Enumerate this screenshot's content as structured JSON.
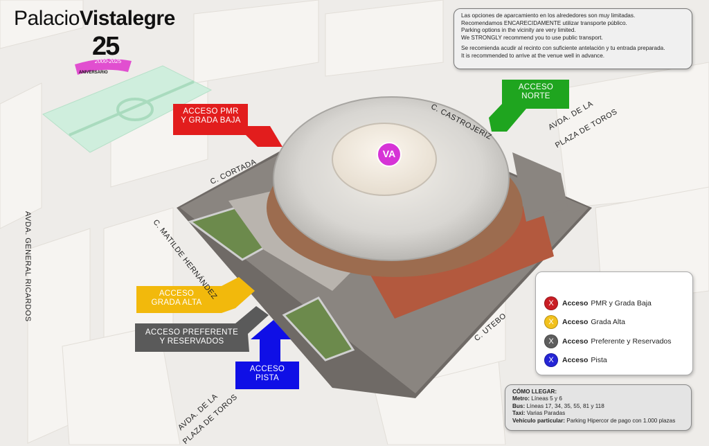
{
  "logo": {
    "prefix": "Palacio",
    "name": "Vistalegre",
    "anniversary_number": "25",
    "anniversary_years": "2000-2025",
    "anniversary_label": "ANIVERSARIO"
  },
  "notice": {
    "line1": "Las opciones de aparcamiento en los alrededores son muy limitadas.",
    "line2": "Recomendamos ENCARECIDAMENTE utilizar transporte público.",
    "line3": "Parking options in the vicinity are very limited.",
    "line4": "We STRONGLY recommend you to use public transport.",
    "line5": "Se recomienda acudir al recinto con suficiente antelación y tu entrada preparada.",
    "line6": "It is recommended to arrive at the venue well in advance."
  },
  "streets": {
    "castrojeriz": "C. CASTROJERIZ",
    "plaza_toros_ne_1": "AVDA. DE LA",
    "plaza_toros_ne_2": "PLAZA DE TOROS",
    "cortada": "C. CORTADA",
    "matilde": "C. MATILDE HERNÁNDEZ",
    "general_ricardos": "AVDA. GENERAL RICARDOS",
    "utebo": "C. UTEBO",
    "plaza_toros_sw_1": "AVDA. DE LA",
    "plaza_toros_sw_2": "PLAZA DE TOROS"
  },
  "arena_badge": "VA",
  "accesses": {
    "norte_1": "ACCESO",
    "norte_2": "NORTE",
    "pmr_1": "ACCESO PMR",
    "pmr_2": "Y GRADA BAJA",
    "alta_1": "ACCESO",
    "alta_2": "GRADA ALTA",
    "pref_1": "ACCESO PREFERENTE",
    "pref_2": "Y RESERVADOS",
    "pista_1": "ACCESO",
    "pista_2": "PISTA"
  },
  "legend": [
    {
      "mark": "X",
      "bold": "Acceso",
      "text": "PMR y Grada Baja",
      "color": "#c91d24"
    },
    {
      "mark": "X",
      "bold": "Acceso",
      "text": "Grada Alta",
      "color": "#f2c11c"
    },
    {
      "mark": "X",
      "bold": "Acceso",
      "text": "Preferente y Reservados",
      "color": "#5e5e5e"
    },
    {
      "mark": "X",
      "bold": "Acceso",
      "text": "Pista",
      "color": "#2525d6"
    }
  ],
  "how": {
    "title": "CÓMO LLEGAR:",
    "metro_label": "Metro:",
    "metro": "Líneas 5 y 6",
    "bus_label": "Bus:",
    "bus": "Líneas 17, 34, 35, 55, 81 y 118",
    "taxi_label": "Taxi:",
    "taxi": "Varias Paradas",
    "car_label": "Vehículo particular:",
    "car": "Parking Hipercor de pago con 1.000 plazas"
  },
  "colors": {
    "red": "#e21d1d",
    "green": "#1fa51f",
    "yellow": "#f2b90c",
    "grey": "#5a5a5a",
    "blue": "#0f0fe6",
    "magenta": "#d633d6"
  }
}
